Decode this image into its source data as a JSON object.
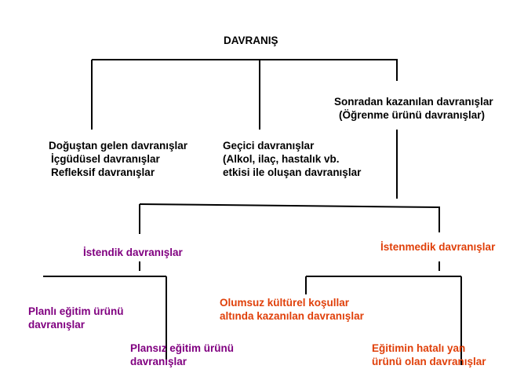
{
  "colors": {
    "lines": "#000000",
    "desired": "#800080",
    "undesired": "#e0400a"
  },
  "root": {
    "label": "DAVRANIŞ"
  },
  "innate": {
    "lines": [
      "Doğuştan gelen davranışlar",
      "İçgüdüsel davranışlar",
      "Refleksif davranışlar"
    ]
  },
  "temporary": {
    "lines": [
      "Geçici davranışlar",
      "(Alkol, ilaç, hastalık vb.",
      "etkisi ile oluşan davranışlar"
    ]
  },
  "acquired": {
    "lines": [
      "Sonradan kazanılan davranışlar",
      "(Öğrenme ürünü davranışlar)"
    ]
  },
  "desired": {
    "label": "İstendik davranışlar",
    "planned": {
      "lines": [
        "Planlı eğitim ürünü",
        "davranışlar"
      ]
    },
    "unplanned": {
      "lines": [
        "Plansız eğitim ürünü",
        "davranışlar"
      ]
    }
  },
  "undesired": {
    "label": "İstenmedik davranışlar",
    "cultural": {
      "lines": [
        "Olumsuz kültürel koşullar",
        "altında kazanılan davranışlar"
      ]
    },
    "education_side": {
      "lines": [
        "Eğitimin hatalı yan",
        "ürünü olan davranışlar"
      ]
    }
  }
}
